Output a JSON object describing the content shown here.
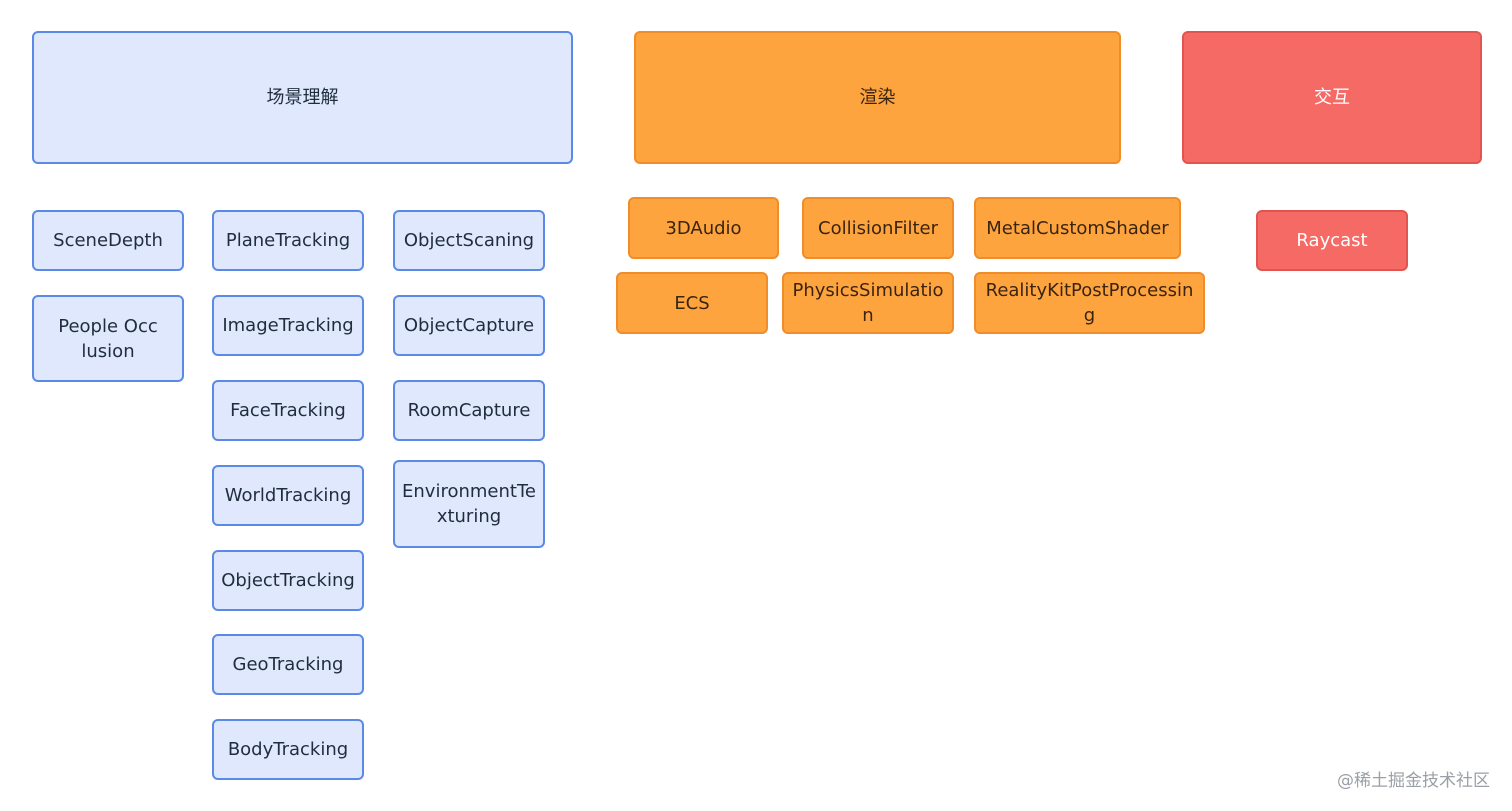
{
  "categories": {
    "scene": {
      "label": "场景理解",
      "color": "#dfe8fc"
    },
    "render": {
      "label": "渲染",
      "color": "#fea43f"
    },
    "interaction": {
      "label": "交互",
      "color": "#f66a66"
    }
  },
  "scene_nodes": {
    "col1": [
      "SceneDepth",
      "People Occlusion"
    ],
    "col2": [
      "PlaneTracking",
      "ImageTracking",
      "FaceTracking",
      "WorldTracking",
      "ObjectTracking",
      "GeoTracking",
      "BodyTracking"
    ],
    "col3": [
      "ObjectScaning",
      "ObjectCapture",
      "RoomCapture",
      "EnvironmentTexturing"
    ]
  },
  "render_nodes": {
    "row1": [
      "3DAudio",
      "CollisionFilter",
      "MetalCustomShader"
    ],
    "row2": [
      "ECS",
      "PhysicsSimulation",
      "RealityKitPostProcessing"
    ]
  },
  "interaction_nodes": [
    "Raycast"
  ],
  "watermark": "@稀土掘金技术社区"
}
